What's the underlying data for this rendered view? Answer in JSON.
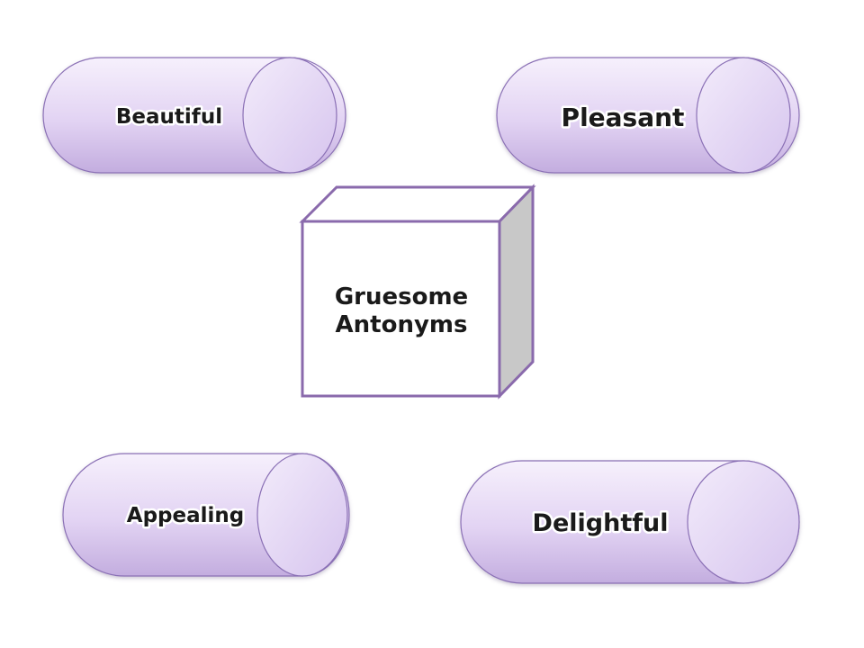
{
  "center": {
    "line1": "Gruesome",
    "line2": "Antonyms"
  },
  "cylinders": {
    "top_left": "Beautiful",
    "top_right": "Pleasant",
    "bottom_left": "Appealing",
    "bottom_right": "Delightful"
  },
  "colors": {
    "cylinder_light": "#f4eefb",
    "cylinder_mid": "#dccbf0",
    "cylinder_dark": "#b9a2dc",
    "outline": "#8a6fb5",
    "box_outline": "#8a6aac",
    "box_side": "#c8c8c8",
    "text": "#1a1a1a"
  }
}
